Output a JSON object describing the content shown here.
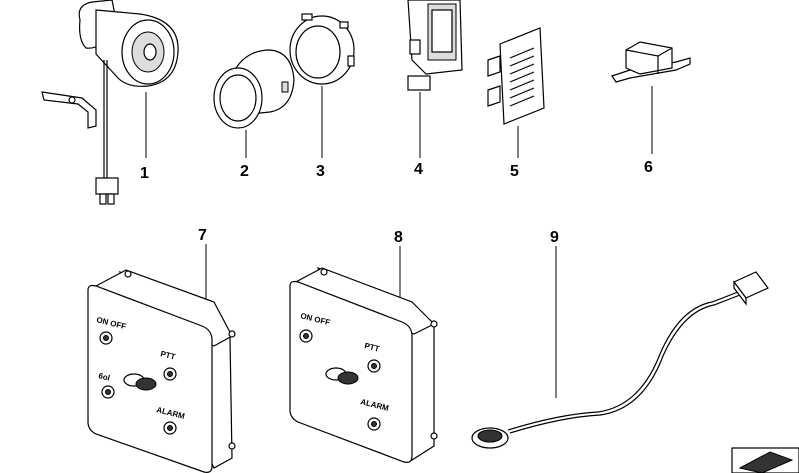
{
  "parts": [
    {
      "number": "1"
    },
    {
      "number": "2"
    },
    {
      "number": "3"
    },
    {
      "number": "4"
    },
    {
      "number": "5"
    },
    {
      "number": "6"
    },
    {
      "number": "7"
    },
    {
      "number": "8"
    },
    {
      "number": "9"
    }
  ],
  "panel7": {
    "on_off": "ON OFF",
    "ptt": "PTT",
    "alarm": "ALARM",
    "extra": "6ol"
  },
  "panel8": {
    "on_off": "ON OFF",
    "ptt": "PTT",
    "alarm": "ALARM"
  }
}
